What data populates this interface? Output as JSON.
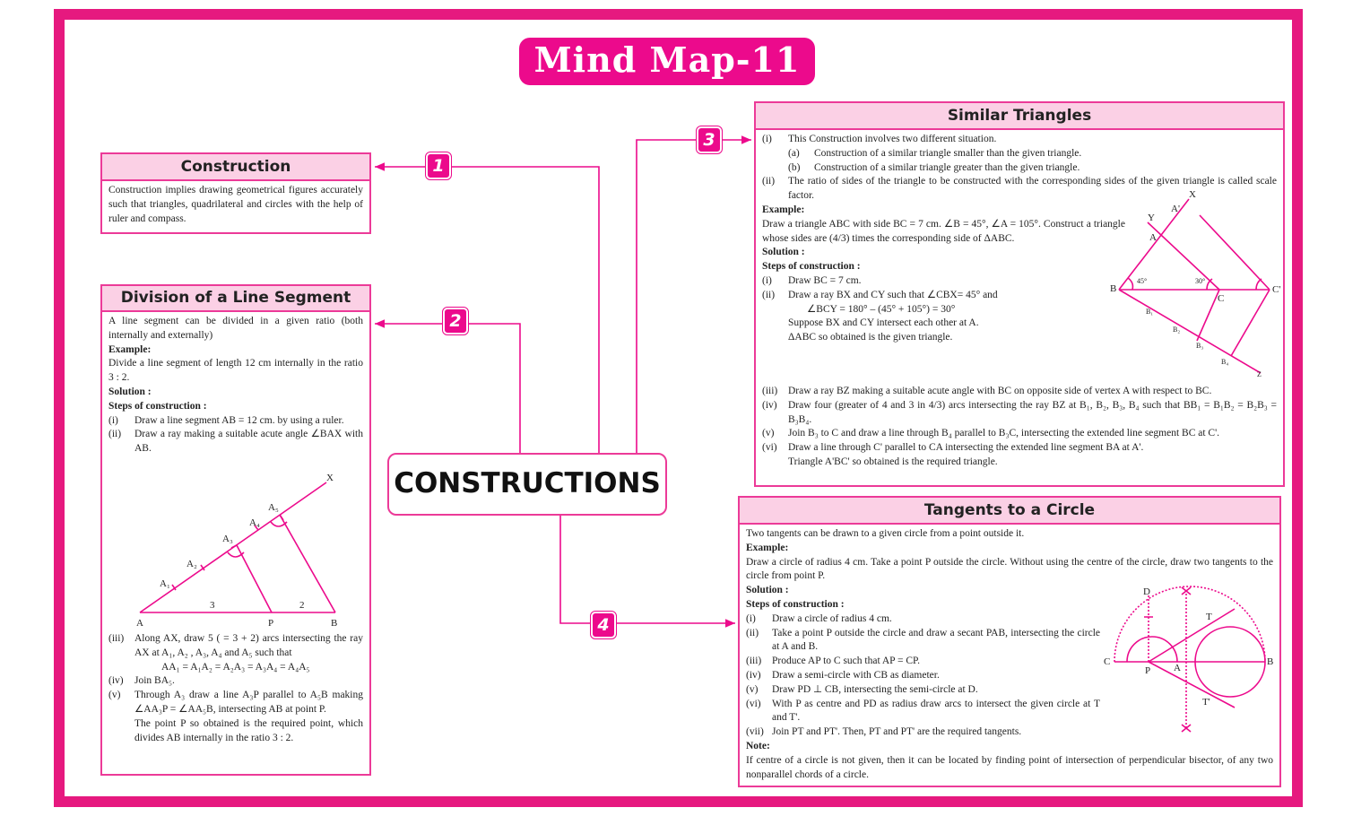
{
  "title": "Mind Map-11",
  "center": "CONSTRUCTIONS",
  "badges": [
    "1",
    "2",
    "3",
    "4"
  ],
  "construction": {
    "heading": "Construction",
    "text": "Construction implies drawing geometrical figures accurately such that triangles, quadrilateral and circles with the help of ruler and compass."
  },
  "division": {
    "heading": "Division of a Line Segment",
    "intro": "A line segment can be divided in a given ratio (both internally and externally)",
    "example_label": "Example:",
    "example": "Divide a line segment of length 12 cm internally in the ratio 3 : 2.",
    "solution_label": "Solution :",
    "steps_label": "Steps of construction :",
    "steps1": [
      {
        "n": "(i)",
        "t": "Draw a line segment AB = 12 cm. by using a ruler."
      },
      {
        "n": "(ii)",
        "t": "Draw a ray making a suitable acute angle ∠BAX with AB."
      }
    ],
    "steps2": [
      {
        "n": "(iii)",
        "t": "Along AX, draw 5 ( = 3 + 2) arcs intersecting the ray AX at A₁, A₂ , A₃, A₄ and A₅ such that"
      },
      {
        "n": "",
        "t": "AA₁ = A₁A₂ = A₂A₃ = A₃A₄ = A₄A₅"
      },
      {
        "n": "(iv)",
        "t": "Join BA₅."
      },
      {
        "n": "(v)",
        "t": "Through A₃ draw a line A₃P parallel to A₅B making ∠AA₃P = ∠AA₅B, intersecting AB at point P."
      },
      {
        "n": "",
        "t": "The point P so obtained is the required point, which divides AB internally in the ratio 3 : 2."
      }
    ],
    "diagram_labels": {
      "X": "X",
      "A5": "A₅",
      "A4": "A₄",
      "A3": "A₃",
      "A2": "A₂",
      "A1": "A₁",
      "A": "A",
      "P": "P",
      "B": "B",
      "r3": "3",
      "r2": "2"
    }
  },
  "similar": {
    "heading": "Similar Triangles",
    "points": [
      {
        "n": "(i)",
        "t": "This Construction involves two different situation."
      },
      {
        "n": "(a)",
        "t": "Construction of a similar triangle smaller than the given triangle.",
        "sub": true
      },
      {
        "n": "(b)",
        "t": "Construction of a similar triangle greater than the given triangle.",
        "sub": true
      },
      {
        "n": "(ii)",
        "t": "The ratio of sides of the triangle to be constructed with the corresponding sides of the given triangle is called scale factor."
      }
    ],
    "example_label": "Example:",
    "example": "Draw a triangle ABC with side BC = 7 cm. ∠B = 45°, ∠A = 105°. Construct a triangle whose sides are (4/3) times the corresponding side of ΔABC.",
    "solution_label": "Solution :",
    "steps_label": "Steps of construction :",
    "steps1": [
      {
        "n": "(i)",
        "t": "Draw BC = 7 cm."
      },
      {
        "n": "(ii)",
        "t": "Draw a ray BX and CY such that ∠CBX= 45° and"
      }
    ],
    "steps1_cont": [
      "∠BCY = 180° – (45° + 105°) = 30°",
      "Suppose BX and CY intersect each other at A.",
      "ΔABC so obtained is the given triangle."
    ],
    "steps2": [
      {
        "n": "(iii)",
        "t": "Draw a ray BZ making a suitable acute angle with BC on opposite side of vertex A with respect to BC."
      },
      {
        "n": "(iv)",
        "t": "Draw four (greater of 4 and 3 in 4/3) arcs intersecting the ray BZ at B₁, B₂, B₃, B₄ such that BB₁ = B₁B₂ = B₂B₃ = B₃B₄."
      },
      {
        "n": "(v)",
        "t": "Join B₃ to C and draw a line through B₄ parallel to B₃C, intersecting the extended line segment BC at C'."
      },
      {
        "n": "(vi)",
        "t": "Draw a line through C' parallel to CA intersecting the extended line segment BA at A'."
      },
      {
        "n": "",
        "t": "Triangle A'BC' so obtained is the required triangle."
      }
    ],
    "diagram_labels": {
      "X": "X",
      "Y": "Y",
      "A1": "A'",
      "A": "A",
      "B": "B",
      "C": "C",
      "C1": "C'",
      "a45": "45°",
      "a30": "30°",
      "B1": "B₁",
      "B2": "B₂",
      "B3": "B₃",
      "B4": "B₄",
      "Z": "Z"
    }
  },
  "tangents": {
    "heading": "Tangents to a Circle",
    "intro": "Two tangents can be drawn to a given circle from a point outside it.",
    "example_label": "Example:",
    "example": "Draw a circle of radius 4 cm. Take a point P outside the circle. Without using the centre of the circle, draw two tangents to the circle from point P.",
    "solution_label": "Solution :",
    "steps_label": "Steps of construction :",
    "steps": [
      {
        "n": "(i)",
        "t": "Draw a circle of radius 4 cm."
      },
      {
        "n": "(ii)",
        "t": "Take a point P outside the circle and draw a secant PAB, intersecting the circle at A and B."
      },
      {
        "n": "(iii)",
        "t": "Produce AP to C such that AP = CP."
      },
      {
        "n": "(iv)",
        "t": "Draw a semi-circle with CB as diameter."
      },
      {
        "n": "(v)",
        "t": "Draw PD ⊥ CB, intersecting the semi-circle at D."
      },
      {
        "n": "(vi)",
        "t": "With P as centre and PD as radius draw arcs to intersect the given circle at T and T'."
      },
      {
        "n": "(vii)",
        "t": "Join PT and PT'. Then, PT and PT' are the required tangents."
      }
    ],
    "note_label": "Note:",
    "note": "If centre of a circle is not given, then it can be located by finding point of intersection of perpendicular bisector, of any two nonparallel chords of a circle.",
    "diagram_labels": {
      "D": "D",
      "T": "T",
      "C": "C",
      "P": "P",
      "A": "A",
      "B": "B",
      "T1": "T'"
    }
  },
  "colors": {
    "accent": "#ec0a8c",
    "header_bg": "#fbd0e5",
    "frame": "#e6197f"
  }
}
